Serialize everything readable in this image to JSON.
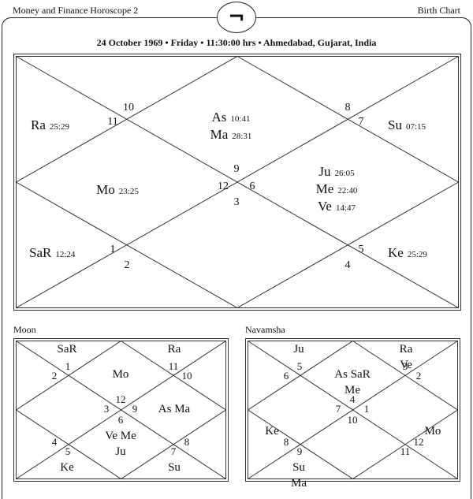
{
  "header": {
    "title": "Money and Finance Horoscope 2",
    "right_label": "Birth Chart",
    "emblem": "¬"
  },
  "subtitle": "24 October 1969 • Friday • 11:30:00 hrs • Ahmedabad, Gujarat, India",
  "birth_chart": {
    "houses": [
      {
        "number": "9",
        "planets": [
          {
            "name": "As",
            "deg": "10:41"
          },
          {
            "name": "Ma",
            "deg": "28:31"
          }
        ]
      },
      {
        "number": "10",
        "planets": []
      },
      {
        "number": "11",
        "planets": [
          {
            "name": "Ra",
            "deg": "25:29"
          }
        ]
      },
      {
        "number": "12",
        "planets": [
          {
            "name": "Mo",
            "deg": "23:25"
          }
        ]
      },
      {
        "number": "1",
        "planets": [
          {
            "name": "SaR",
            "deg": "12:24"
          }
        ]
      },
      {
        "number": "2",
        "planets": []
      },
      {
        "number": "3",
        "planets": []
      },
      {
        "number": "4",
        "planets": []
      },
      {
        "number": "5",
        "planets": [
          {
            "name": "Ke",
            "deg": "25:29"
          }
        ]
      },
      {
        "number": "6",
        "planets": [
          {
            "name": "Ju",
            "deg": "26:05"
          },
          {
            "name": "Me",
            "deg": "22:40"
          },
          {
            "name": "Ve",
            "deg": "14:47"
          }
        ]
      },
      {
        "number": "7",
        "planets": [
          {
            "name": "Su",
            "deg": "07:15"
          }
        ]
      },
      {
        "number": "8",
        "planets": []
      }
    ]
  },
  "moon_chart": {
    "title": "Moon",
    "houses": [
      {
        "number": "12",
        "planets": [
          "Mo"
        ]
      },
      {
        "number": "1",
        "planets": [
          "SaR"
        ]
      },
      {
        "number": "2",
        "planets": []
      },
      {
        "number": "3",
        "planets": []
      },
      {
        "number": "4",
        "planets": []
      },
      {
        "number": "5",
        "planets": [
          "Ke"
        ]
      },
      {
        "number": "6",
        "planets": [
          "Ve",
          "Me",
          "Ju"
        ]
      },
      {
        "number": "7",
        "planets": [
          "Su"
        ]
      },
      {
        "number": "8",
        "planets": []
      },
      {
        "number": "9",
        "planets": [
          "As",
          "Ma"
        ]
      },
      {
        "number": "10",
        "planets": []
      },
      {
        "number": "11",
        "planets": [
          "Ra"
        ]
      }
    ]
  },
  "navamsha_chart": {
    "title": "Navamsha",
    "houses": [
      {
        "number": "4",
        "planets": [
          "As",
          "SaR",
          "Me"
        ]
      },
      {
        "number": "5",
        "planets": [
          "Ju"
        ]
      },
      {
        "number": "6",
        "planets": []
      },
      {
        "number": "7",
        "planets": []
      },
      {
        "number": "8",
        "planets": [
          "Ke"
        ]
      },
      {
        "number": "9",
        "planets": [
          "Su",
          "Ma"
        ]
      },
      {
        "number": "10",
        "planets": []
      },
      {
        "number": "11",
        "planets": []
      },
      {
        "number": "12",
        "planets": [
          "Mo"
        ]
      },
      {
        "number": "1",
        "planets": []
      },
      {
        "number": "2",
        "planets": []
      },
      {
        "number": "3",
        "planets": [
          "Ra",
          "Ve"
        ]
      }
    ]
  }
}
